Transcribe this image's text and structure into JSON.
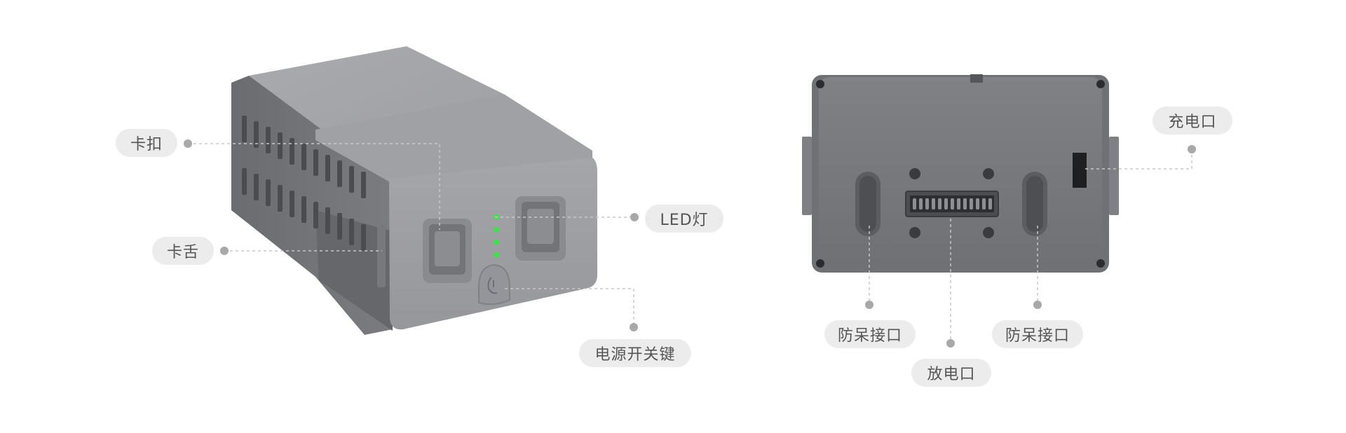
{
  "labels": {
    "kakou": "卡扣",
    "kashe": "卡舌",
    "led": "LED灯",
    "power_button": "电源开关键",
    "anti_plug_left": "防呆接口",
    "discharge_port": "放电口",
    "anti_plug_right": "防呆接口",
    "charge_port": "充电口"
  },
  "icons": {
    "power": "power-icon"
  },
  "colors": {
    "body_light": "#a3a4a8",
    "body_dark": "#6e7075",
    "led_green": "#3fe04a",
    "pill_bg": "#ececec",
    "pill_text": "#555555",
    "leader": "#c8c8c8"
  }
}
